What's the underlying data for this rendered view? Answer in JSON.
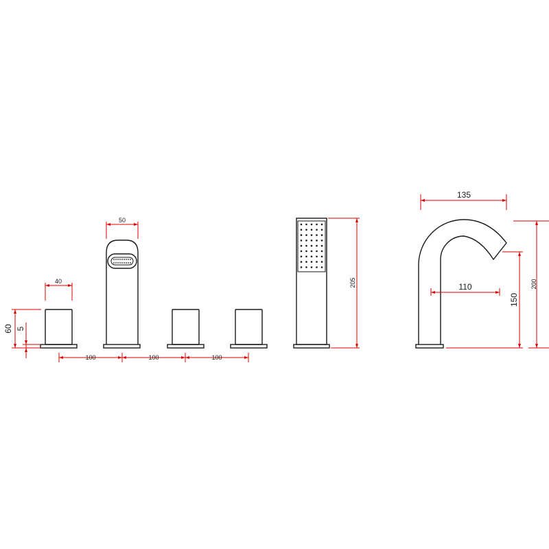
{
  "dimensions": {
    "knob_width": "40",
    "spout_width": "50",
    "knob_height": "60",
    "base_height": "5",
    "spacing_1": "100",
    "spacing_2": "100",
    "spacing_3": "100",
    "hand_shower_height": "205",
    "spout_reach": "135",
    "spout_projection": "110",
    "spout_outlet_height": "150",
    "spout_total_height": "200"
  },
  "colors": {
    "outline": "#1a1a1a",
    "dimension": "#e00000",
    "background": "#ffffff"
  }
}
